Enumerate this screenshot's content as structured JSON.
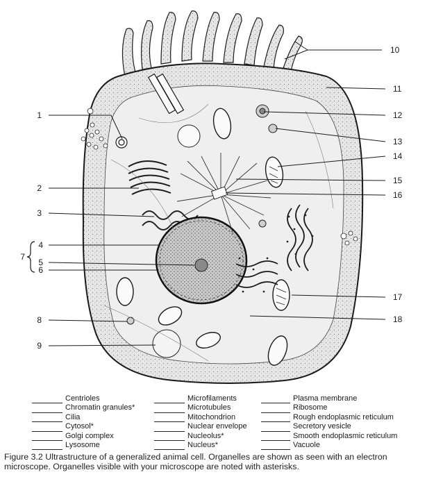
{
  "labels": [
    "1",
    "2",
    "3",
    "4",
    "5",
    "6",
    "7",
    "8",
    "9",
    "10",
    "11",
    "12",
    "13",
    "14",
    "15",
    "16",
    "17",
    "18"
  ],
  "key": {
    "col1": [
      "Centrioles",
      "Chromatin granules*",
      "Cilia",
      "Cytosol*",
      "Golgi complex",
      "Lysosome"
    ],
    "col2": [
      "Microfilaments",
      "Microtubules",
      "Mitochondrion",
      "Nuclear envelope",
      "Nucleolus*",
      "Nucleus*"
    ],
    "col3": [
      "Plasma membrane",
      "Ribosome",
      "Rough endoplasmic reticulum",
      "Secretory vesicle",
      "Smooth endoplasmic reticulum",
      "Vacuole"
    ]
  },
  "caption": {
    "figure": "Figure 3.2",
    "text": "Ultrastructure of a generalized animal cell. Organelles are shown as seen with an electron microscope. Organelles visible with your microscope are noted with asterisks."
  },
  "colors": {
    "ink": "#1a1a1a",
    "cytoplasm": "#e4e4e4",
    "nucleus": "#cfcfcf"
  }
}
